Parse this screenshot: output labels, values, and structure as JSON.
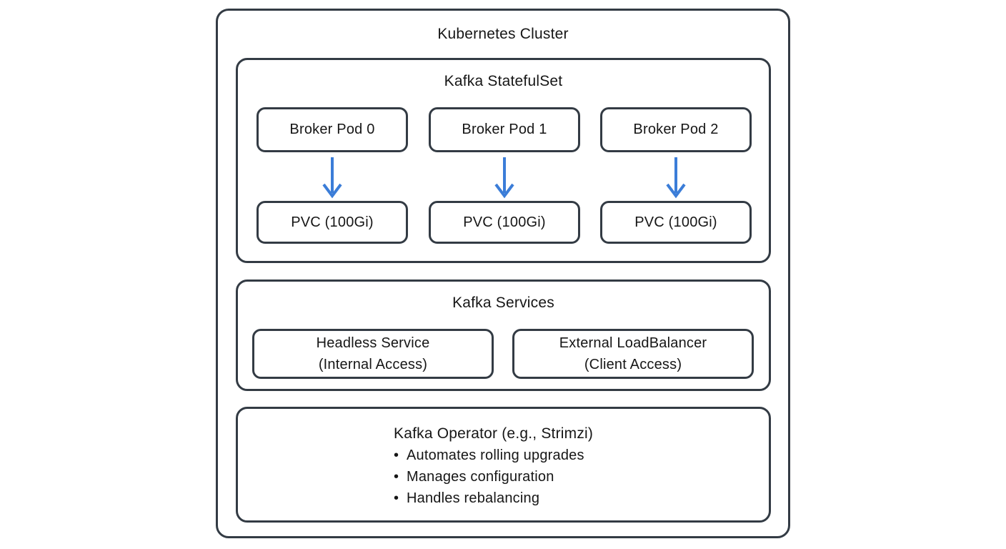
{
  "colors": {
    "border": "#333b44",
    "arrow": "#3b7dd8",
    "text": "#161616",
    "background": "#ffffff"
  },
  "cluster": {
    "title": "Kubernetes Cluster",
    "statefulset": {
      "title": "Kafka StatefulSet",
      "brokers": [
        "Broker Pod 0",
        "Broker Pod 1",
        "Broker Pod 2"
      ],
      "pvcs": [
        "PVC (100Gi)",
        "PVC (100Gi)",
        "PVC (100Gi)"
      ]
    },
    "services": {
      "title": "Kafka Services",
      "items": [
        {
          "line1": "Headless Service",
          "line2": "(Internal Access)"
        },
        {
          "line1": "External LoadBalancer",
          "line2": "(Client Access)"
        }
      ]
    },
    "operator": {
      "title": "Kafka Operator (e.g., Strimzi)",
      "bullet_char": "•",
      "bullets": [
        "Automates rolling upgrades",
        "Manages configuration",
        "Handles rebalancing"
      ]
    }
  }
}
